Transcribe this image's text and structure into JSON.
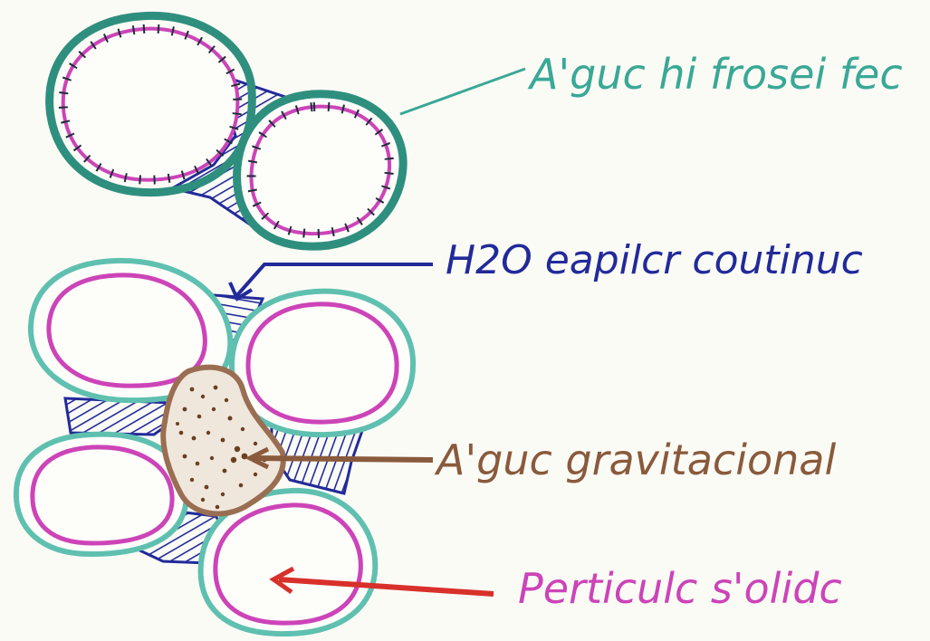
{
  "diagram": {
    "labels": {
      "hygroscopic_water": "A'guc hi frosei fec",
      "capillary_water": "H2O eapilcr coutinuc",
      "gravitational_water": "A'guc gravitacional",
      "solid_particle": "Perticulc s'olidc"
    },
    "colors": {
      "paper": "#fbfbf6",
      "particle": "#cc44b8",
      "hygroscopic_film": "#2f8f7e",
      "capillary": "#222a9a",
      "gravitational": "#8a5a3c",
      "arrow_red": "#d8302a",
      "hygroscopic_text": "#3aa896",
      "film_light": "#5fc0b0"
    }
  }
}
